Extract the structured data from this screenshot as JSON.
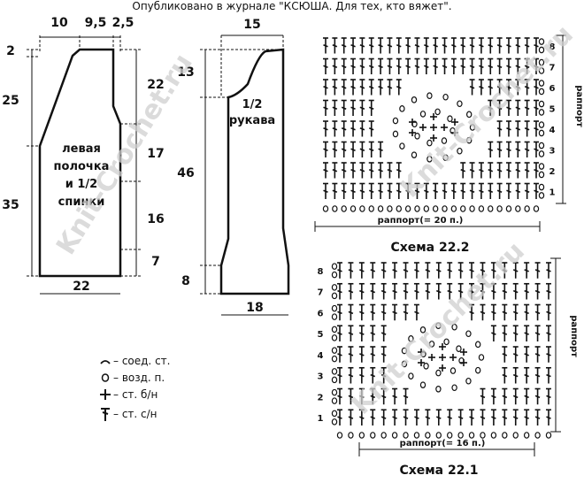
{
  "header": {
    "published": "Опубликовано в журнале \"КСЮША. Для тех, кто вяжет\"."
  },
  "watermark": "Knit-Crochet.ru",
  "front_piece": {
    "label_lines": [
      "левая",
      "полочка",
      "и 1/2",
      "спинки"
    ],
    "top_dims": [
      "10",
      "9,5",
      "2,5"
    ],
    "left_dims": [
      "2",
      "25",
      "35"
    ],
    "right_dims": [
      "22",
      "17",
      "16",
      "7"
    ],
    "bottom_dim": "22"
  },
  "sleeve": {
    "label_lines": [
      "1/2",
      "рукава"
    ],
    "top_dim": "15",
    "left_dims": [
      "13",
      "46",
      "8"
    ],
    "bottom_dim": "18"
  },
  "legend": {
    "items": [
      {
        "symbol": "slip-stitch-symbol",
        "text": "– соед. ст."
      },
      {
        "symbol": "chain-stitch-symbol",
        "text": "– возд. п."
      },
      {
        "symbol": "single-crochet-symbol",
        "text": "– ст. б/н"
      },
      {
        "symbol": "double-crochet-symbol",
        "text": "– ст. с/н"
      }
    ]
  },
  "scheme_22_2": {
    "title": "Схема 22.2",
    "repeat_bottom": "раппорт(= 20 п.)",
    "repeat_side": "раппорт",
    "row_numbers": [
      "1",
      "2",
      "3",
      "4",
      "5",
      "6",
      "7",
      "8"
    ]
  },
  "scheme_22_1": {
    "title": "Схема 22.1",
    "repeat_bottom": "раппорт(= 16 п.)",
    "repeat_side": "раппорт",
    "row_numbers": [
      "1",
      "2",
      "3",
      "4",
      "5",
      "6",
      "7",
      "8"
    ]
  },
  "colors": {
    "ink": "#111111",
    "watermark": "#cfcfcf"
  }
}
